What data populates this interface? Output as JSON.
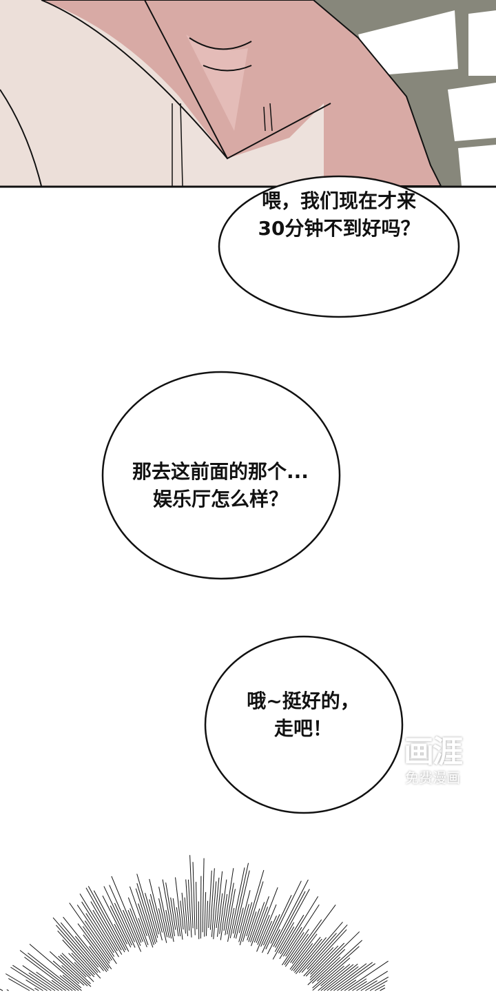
{
  "panel": {
    "colors": {
      "skin": "#ecdfd9",
      "shadow": "#d8aaa5",
      "wall": "#87877b",
      "window": "#ffffff"
    }
  },
  "bubbles": [
    {
      "lines": [
        "喂，我们现在才来",
        "30分钟不到好吗？"
      ]
    },
    {
      "lines": [
        "那去这前面的那个...",
        "娱乐厅怎么样？"
      ]
    },
    {
      "lines": [
        "哦~挺好的，",
        "走吧！"
      ]
    }
  ],
  "watermark": {
    "logo": "画涯",
    "tagline": "免费漫画"
  }
}
